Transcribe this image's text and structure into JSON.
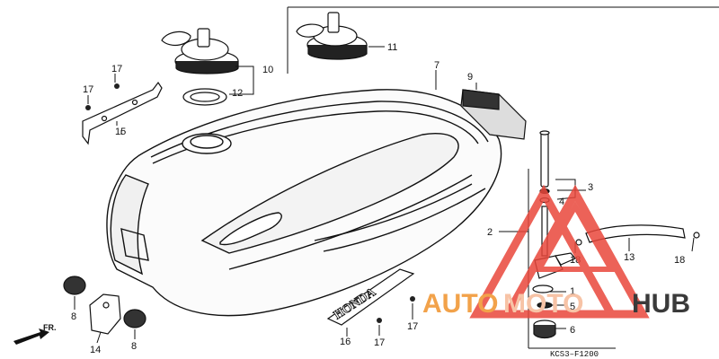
{
  "diagram": {
    "code": "KCS3–F1200",
    "direction_label": "FR.",
    "callouts": {
      "c1": "1",
      "c2": "2",
      "c3": "3",
      "c4": "4",
      "c5": "5",
      "c6": "6",
      "c7": "7",
      "c8a": "8",
      "c8b": "8",
      "c9": "9",
      "c10": "10",
      "c11": "11",
      "c12": "12",
      "c13": "13",
      "c14": "14",
      "c15": "15",
      "c16": "16",
      "c17a": "17",
      "c17b": "17",
      "c17c": "17",
      "c17d": "17",
      "c18a": "18",
      "c18b": "18"
    },
    "emblem_text": "HONDA"
  },
  "watermark": {
    "part1": "AUTO",
    "part2": "MOTO",
    "part3": "HUB",
    "colors": {
      "triangle": "#e9473b",
      "auto": "#f2a24a",
      "moto": "#f7c3a6",
      "hub": "#3a3a3a"
    }
  }
}
